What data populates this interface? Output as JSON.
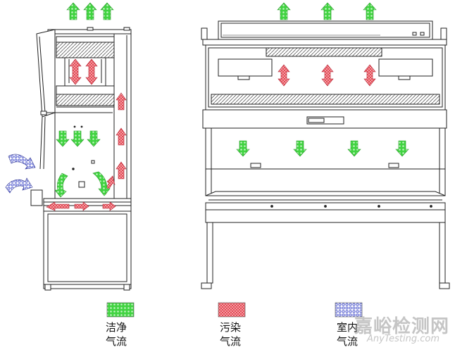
{
  "colors": {
    "clean": "#33cc33",
    "contaminated": "#e8434f",
    "room": "#3a46c8",
    "line": "#222222"
  },
  "legend": {
    "clean_line1": "洁净",
    "clean_line2": "气流",
    "contaminated_line1": "污染",
    "contaminated_line2": "气流",
    "room_line1": "室内",
    "room_line2": "气流"
  },
  "watermark": {
    "main": "嘉峪检测网",
    "sub": "AnyTesting.com"
  }
}
